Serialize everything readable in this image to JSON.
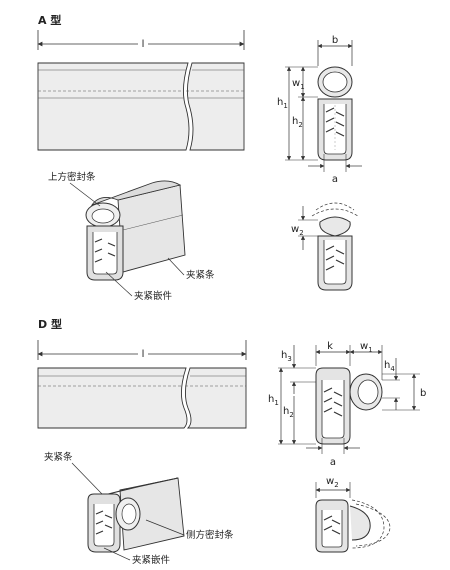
{
  "section_a": {
    "title": "A 型",
    "length_label": "l",
    "dims": {
      "b": "b",
      "w": "w",
      "w1_sub": "1",
      "w2_sub": "2",
      "h": "h",
      "h1_sub": "1",
      "h2_sub": "2",
      "a": "a"
    },
    "labels": {
      "top_seal": "上方密封条",
      "clamp_strip": "夹紧条",
      "clamp_insert": "夹紧嵌件"
    }
  },
  "section_d": {
    "title": "D 型",
    "length_label": "l",
    "dims": {
      "h": "h",
      "h3_sub": "3",
      "h1_sub": "1",
      "h2_sub": "2",
      "h4_sub": "4",
      "k": "k",
      "w": "w",
      "w1_sub": "1",
      "w2_sub": "2",
      "b": "b",
      "a": "a"
    },
    "labels": {
      "clamp_strip": "夹紧条",
      "side_seal": "侧方密封条",
      "clamp_insert": "夹紧嵌件"
    }
  },
  "colors": {
    "line": "#333333",
    "fill": "#ececec",
    "shade": "#d4d4d4"
  }
}
